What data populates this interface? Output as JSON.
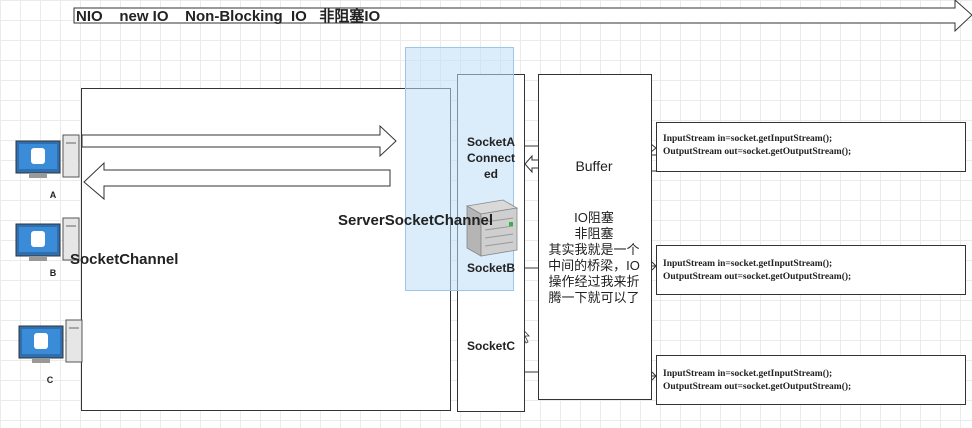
{
  "header": {
    "title": "NIO    new IO    Non-Blocking  IO   非阻塞IO"
  },
  "clients": [
    {
      "label": "A",
      "icon": "desktop-computer-icon"
    },
    {
      "label": "B",
      "icon": "desktop-computer-icon"
    },
    {
      "label": "C",
      "icon": "desktop-computer-icon"
    }
  ],
  "labels": {
    "socket_channel": "SocketChannel",
    "server_socket_channel": "ServerSocketChannel",
    "socket_a_line1": "SocketA",
    "socket_a_line2": "Connect",
    "socket_a_line3": "ed",
    "socket_b": "SocketB",
    "socket_c": "SocketC",
    "server_icon": "server-icon"
  },
  "buffer": {
    "title": "Buffer",
    "lines": [
      "IO阻塞",
      "非阻塞",
      "其实我就是一个",
      "中间的桥梁，IO",
      "操作经过我来折",
      "腾一下就可以了"
    ]
  },
  "code_blocks": [
    {
      "line1": "InputStream in=socket.getInputStream();",
      "line2": "OutputStream out=socket.getOutputStream();"
    },
    {
      "line1": "InputStream in=socket.getInputStream();",
      "line2": "OutputStream out=socket.getOutputStream();"
    },
    {
      "line1": "InputStream in=socket.getInputStream();",
      "line2": "OutputStream out=socket.getOutputStream();"
    }
  ],
  "colors": {
    "channel_highlight": "#cfe4f7",
    "channel_border": "#9ec6ea",
    "monitor_blue": "#3a8cd8",
    "stroke": "#333333"
  }
}
